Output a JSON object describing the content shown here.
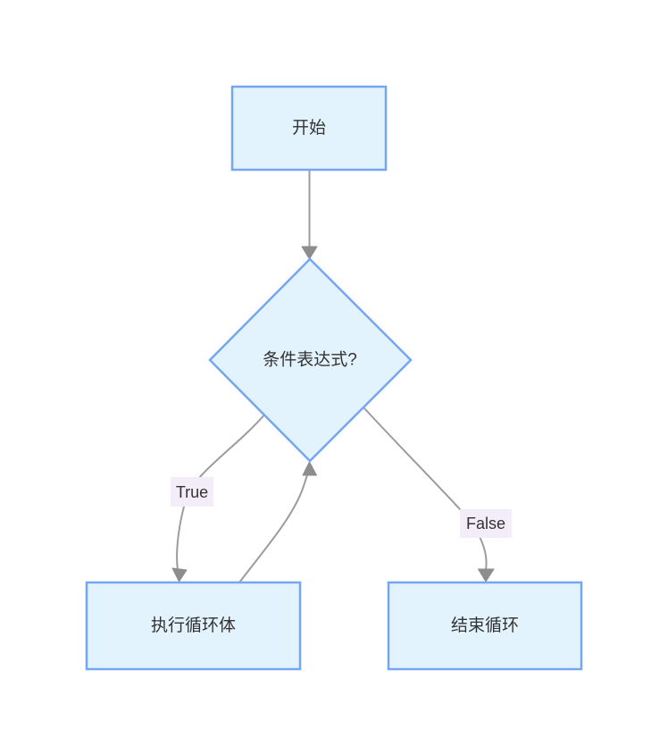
{
  "diagram": {
    "type": "flowchart",
    "direction": "top-down",
    "nodes": [
      {
        "id": "start",
        "label": "开始",
        "shape": "rectangle"
      },
      {
        "id": "condition",
        "label": "条件表达式?",
        "shape": "diamond"
      },
      {
        "id": "loop_body",
        "label": "执行循环体",
        "shape": "rectangle"
      },
      {
        "id": "loop_end",
        "label": "结束循环",
        "shape": "rectangle"
      }
    ],
    "edges": [
      {
        "from": "start",
        "to": "condition",
        "label": ""
      },
      {
        "from": "condition",
        "to": "loop_body",
        "label": "True"
      },
      {
        "from": "loop_body",
        "to": "condition",
        "label": ""
      },
      {
        "from": "condition",
        "to": "loop_end",
        "label": "False"
      }
    ],
    "colors": {
      "node_fill": "#e3f3fd",
      "node_border": "#75a6f2",
      "edge_line": "#9c9c9c",
      "arrowhead": "#8d8d8d",
      "label_bg": "#f2edf9",
      "text": "#333333",
      "background": "#ffffff"
    }
  }
}
